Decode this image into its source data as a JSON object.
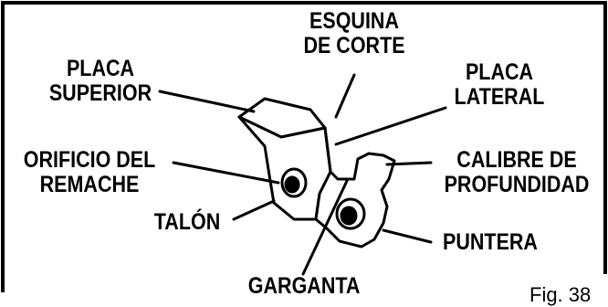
{
  "labels": {
    "esquina": "ESQUINA\nDE CORTE",
    "placa_superior": "PLACA\nSUPERIOR",
    "placa_lateral": "PLACA\nLATERAL",
    "orificio": "ORIFICIO DEL\nREMACHE",
    "calibre": "CALIBRE DE\nPROFUNDIDAD",
    "talon": "TALÓN",
    "puntera": "PUNTERA",
    "garganta": "GARGANTA"
  },
  "figure_number": "Fig. 38"
}
